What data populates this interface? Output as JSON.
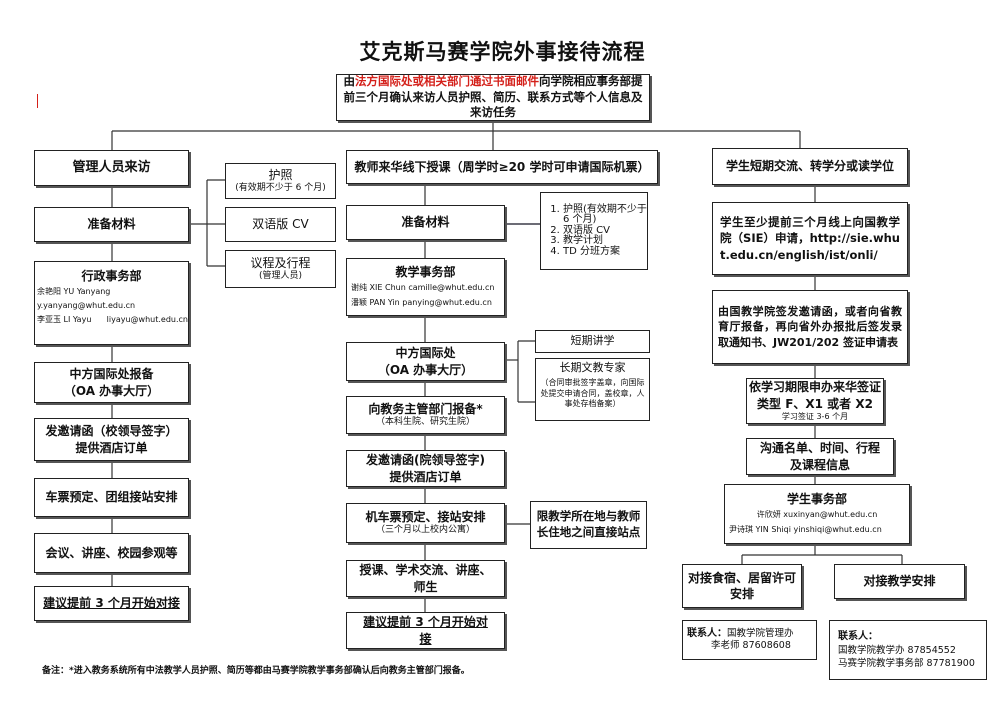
{
  "title": "艾克斯马赛学院外事接待流程",
  "top_box": {
    "pre": "由",
    "highlight": "法方国际处或相关部门通过书面邮件",
    "post": "向学院相应事务部提前三个月确认来访人员护照、简历、联系方式等个人信息及来访任务"
  },
  "admin": {
    "header": "管理人员来访",
    "prepare": "准备材料",
    "passport": "护照",
    "passport_note": "(有效期不少于 6 个月)",
    "cv": "双语版 CV",
    "agenda": "议程及行程",
    "agenda_note": "(管理人员)",
    "office_title": "行政事务部",
    "office_line1": "余艳阳 YU Yanyang",
    "office_line2": "y.yanyang@whut.edu.cn",
    "office_line3": "李亚玉 LI Yayu      liyayu@whut.edu.cn",
    "report_1": "中方国际处报备",
    "report_2": "（OA 办事大厅）",
    "invite_1": "发邀请函（校领导签字）",
    "invite_2": "提供酒店订单",
    "ticket": "车票预定、团组接站安排",
    "meeting": "会议、讲座、校园参观等",
    "advance": "建议提前 3 个月开始对接"
  },
  "teacher": {
    "header": "教师来华线下授课（周学时≥20 学时可申请国际机票）",
    "prepare": "准备材料",
    "materials": [
      "护照(有效期不少于 6 个月)",
      "双语版 CV",
      "教学计划",
      "TD 分班方案"
    ],
    "office_title": "教学事务部",
    "office_line1": "谢纯  XIE Chun camille@whut.edu.cn",
    "office_line2": "潘颖  PAN Yin panying@whut.edu.cn",
    "report_1": "中方国际处",
    "report_2": "（OA 办事大厅）",
    "short_term": "短期讲学",
    "long_term": "长期文教专家",
    "long_term_note": "（合同审批签字盖章，向国际处提交申请合同，盖校章，人事处存档备案）",
    "dept_report_1": "向教务主管部门报备*",
    "dept_report_2": "（本科生院、研究生院）",
    "invite_1": "发邀请函(院领导签字)",
    "invite_2": "提供酒店订单",
    "ticket_1": "机车票预定、接站安排",
    "ticket_2": "（三个月以上校内公寓）",
    "station_note": "限教学所在地与教师长住地之间直接站点",
    "teaching_1": "授课、学术交流、讲座、",
    "teaching_2": "师生",
    "advance_1": "建议提前 3 个月开始对",
    "advance_2": "接"
  },
  "student": {
    "header": "学生短期交流、转学分或读学位",
    "apply": "学生至少提前三个月线上向国教学院（SIE）申请，http://sie.whut.edu.cn/english/ist/onli/",
    "invite": "由国教学院签发邀请函，或者向省教育厅报备，再向省外办报批后签发录取通知书、JW201/202 签证申请表",
    "visa_1": "依学习期限申办来华签证",
    "visa_2": "类型 F、X1 或者 X2",
    "visa_note": "学习签证 3-6 个月",
    "info_1": "沟通名单、时间、行程",
    "info_2": "及课程信息",
    "office_title": "学生事务部",
    "office_line1": "许欣妍  xuxinyan@whut.edu.cn",
    "office_line2": "尹诗琪 YIN Shiqi yinshiqi@whut.edu.cn",
    "canteen_1": "对接食宿、居留许可",
    "canteen_2": "安排",
    "teaching": "对接教学安排",
    "contact_left_label": "联系人：",
    "contact_left_line1": "国教学院管理办",
    "contact_left_line2": "李老师 87608608",
    "contact_right_label": "联系人：",
    "contact_right_line1": "国教学院教学办 87854552",
    "contact_right_line2": "马赛学院教学事务部 87781900"
  },
  "footnote": "备注：*进入教务系统所有中法教学人员护照、简历等都由马赛学院教学事务部确认后向教务主管部门报备。"
}
